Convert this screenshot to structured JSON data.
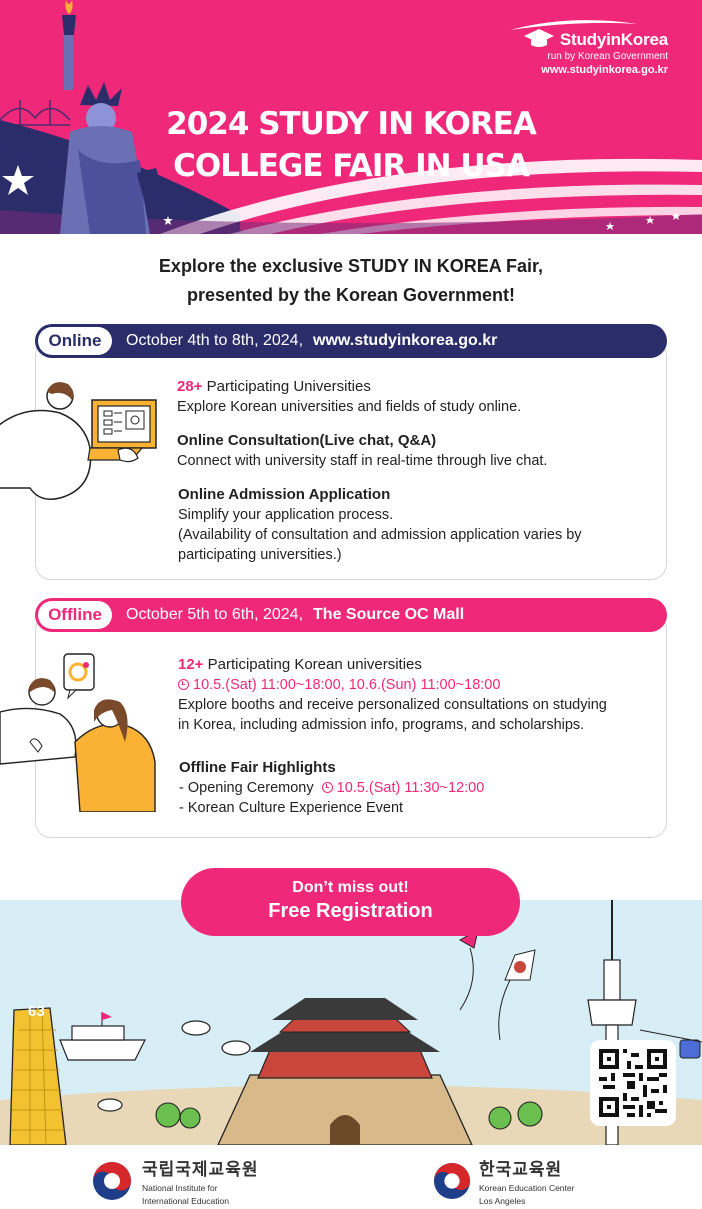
{
  "header": {
    "logo_name": "StudyinKorea",
    "logo_sub": "run by Korean Government",
    "logo_url": "www.studyinkorea.go.kr",
    "title_line1": "2024 STUDY IN KOREA",
    "title_line2": "COLLEGE FAIR IN USA"
  },
  "intro": {
    "line1": "Explore the exclusive STUDY IN KOREA Fair,",
    "line2": "presented by the Korean Government!"
  },
  "online": {
    "badge": "Online",
    "date": "October 4th to 8th, 2024,",
    "where": "www.studyinkorea.go.kr",
    "items": [
      {
        "num": "28+",
        "title": "Participating Universities",
        "lines": [
          "Explore Korean universities and fields of study online."
        ]
      },
      {
        "title": "Online Consultation(Live chat, Q&A)",
        "lines": [
          "Connect with university staff in real-time through live chat."
        ]
      },
      {
        "title": "Online Admission Application",
        "lines": [
          "Simplify your application process.",
          "(Availability of consultation and admission application varies by",
          "participating universities.)"
        ]
      }
    ]
  },
  "offline": {
    "badge": "Offline",
    "date": "October 5th to 6th, 2024,",
    "where": "The Source OC Mall",
    "universities": {
      "num": "12+",
      "title": "Participating Korean universities",
      "time": "10.5.(Sat) 11:00~18:00, 10.6.(Sun) 11:00~18:00",
      "lines": [
        "Explore booths and receive personalized consultations on studying",
        "in Korea, including admission info, programs, and scholarships."
      ]
    },
    "highlights": {
      "title": "Offline Fair Highlights",
      "ceremony": "- Opening Ceremony",
      "ceremony_time": "10.5.(Sat) 11:30~12:00",
      "event": "- Korean Culture Experience Event"
    }
  },
  "cta": {
    "line1": "Don’t miss out!",
    "line2": "Free Registration"
  },
  "scene": {
    "tower_number": "63"
  },
  "footer": {
    "org1_ko": "국립국제교육원",
    "org1_en1": "National Institute for",
    "org1_en2": "International Education",
    "org2_ko": "한국교육원",
    "org2_en1": "Korean Education Center",
    "org2_en2": "Los Angeles"
  },
  "colors": {
    "pink": "#f0287a",
    "navy": "#2b2d6b",
    "sky": "#d8eef7"
  }
}
